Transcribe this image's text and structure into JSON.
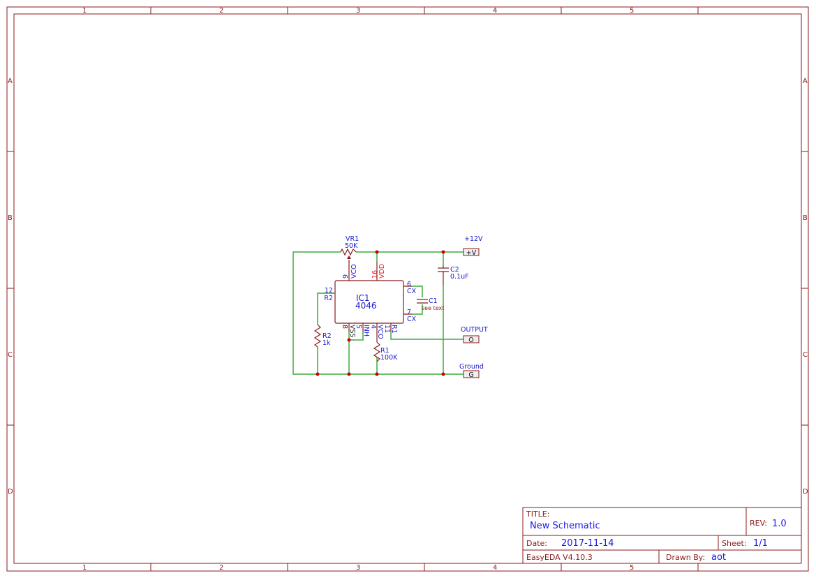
{
  "frame": {
    "columns": [
      "1",
      "2",
      "3",
      "4",
      "5"
    ],
    "rows": [
      "A",
      "B",
      "C",
      "D"
    ]
  },
  "components": {
    "vr1": {
      "ref": "VR1",
      "value": "50K"
    },
    "ic1": {
      "ref": "IC1",
      "value": "4046",
      "pins": {
        "p9": "9",
        "n9": "VCO",
        "p16": "16",
        "n16": "VDD",
        "p12": "12",
        "n12": "R2",
        "p6": "6",
        "n6": "CX",
        "p7": "7",
        "n7": "CX",
        "p8": "8",
        "n8": "VSS",
        "p5": "5",
        "n5": "INH",
        "p4": "4",
        "n4": "VCO",
        "p11": "11",
        "n11": "R1"
      }
    },
    "c1": {
      "ref": "C1",
      "value": "see text"
    },
    "c2": {
      "ref": "C2",
      "value": "0.1uF"
    },
    "r1": {
      "ref": "R1",
      "value": "100K"
    },
    "r2": {
      "ref": "R2",
      "value": "1k"
    }
  },
  "ports": {
    "vplus": {
      "net": "+12V",
      "label": "+V"
    },
    "out": {
      "net": "OUTPUT",
      "label": "O"
    },
    "gnd": {
      "net": "Ground",
      "label": "G"
    }
  },
  "title_block": {
    "title_label": "TITLE:",
    "title": "New Schematic",
    "rev_label": "REV:",
    "rev": "1.0",
    "date_label": "Date:",
    "date": "2017-11-14",
    "sheet_label": "Sheet:",
    "sheet": "1/1",
    "software": "EasyEDA V4.10.3",
    "drawn_label": "Drawn By:",
    "drawn_by": "aot"
  },
  "colors": {
    "wire": "#3daa3d",
    "frame": "#8b1a1a",
    "text": "#1a1acc",
    "junction": "#cc0000"
  }
}
